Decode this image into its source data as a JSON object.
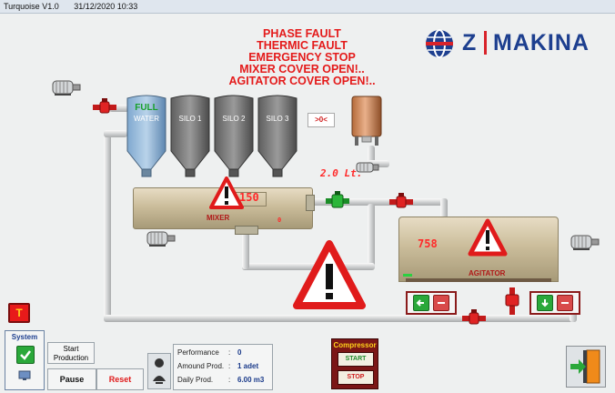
{
  "window": {
    "title": "Turquoise V1.0",
    "datetime": "31/12/2020 10:33"
  },
  "alarms": [
    "PHASE FAULT",
    "THERMIC FAULT",
    "EMERGENCY STOP",
    "MIXER COVER OPEN!..",
    "AGITATOR COVER OPEN!.."
  ],
  "logo": {
    "z": "Z",
    "name": "MAKINA"
  },
  "silos": {
    "status": "FULL",
    "water": "WATER",
    "silo1": "SILO 1",
    "silo2": "SILO 2",
    "silo3": "SILO 3"
  },
  "zero_button": ">0<",
  "dose": "2.0 Lt.",
  "mixer": {
    "label": "MIXER",
    "display": "150",
    "counter": "0"
  },
  "agitator": {
    "label": "AGITATOR",
    "display": "758"
  },
  "system": {
    "title": "System",
    "t_badge": "T"
  },
  "production": {
    "start": "Start Production",
    "pause": "Pause",
    "reset": "Reset"
  },
  "stats": {
    "performance": {
      "label": "Performance",
      "value": "0"
    },
    "amount": {
      "label": "Amound Prod.",
      "value": "1 adet"
    },
    "daily": {
      "label": "Daily Prod.",
      "value": "6.00 m3"
    }
  },
  "compressor": {
    "title": "Compressor",
    "start": "START",
    "stop": "STOP"
  },
  "colors": {
    "alarm": "#e41b1b",
    "logo_blue": "#1d3f8f",
    "logo_red": "#d8232a",
    "status_green": "#1f9a2a"
  }
}
